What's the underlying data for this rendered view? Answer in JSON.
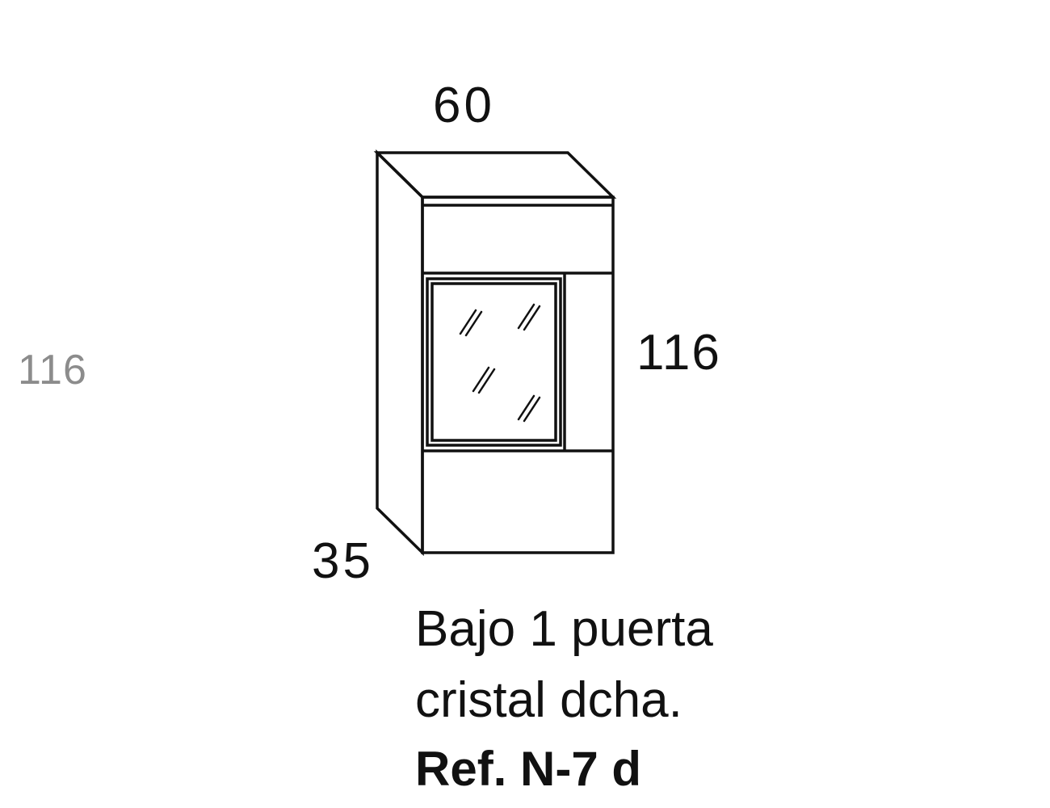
{
  "dimensions": {
    "width": "60",
    "height": "116",
    "depth": "35"
  },
  "side_note": "116",
  "description": {
    "line1": "Bajo 1 puerta",
    "line2": "cristal dcha."
  },
  "reference": "Ref. N-7 d",
  "colors": {
    "line": "#111111",
    "side_note": "#8c8c8c",
    "background": "#ffffff"
  }
}
